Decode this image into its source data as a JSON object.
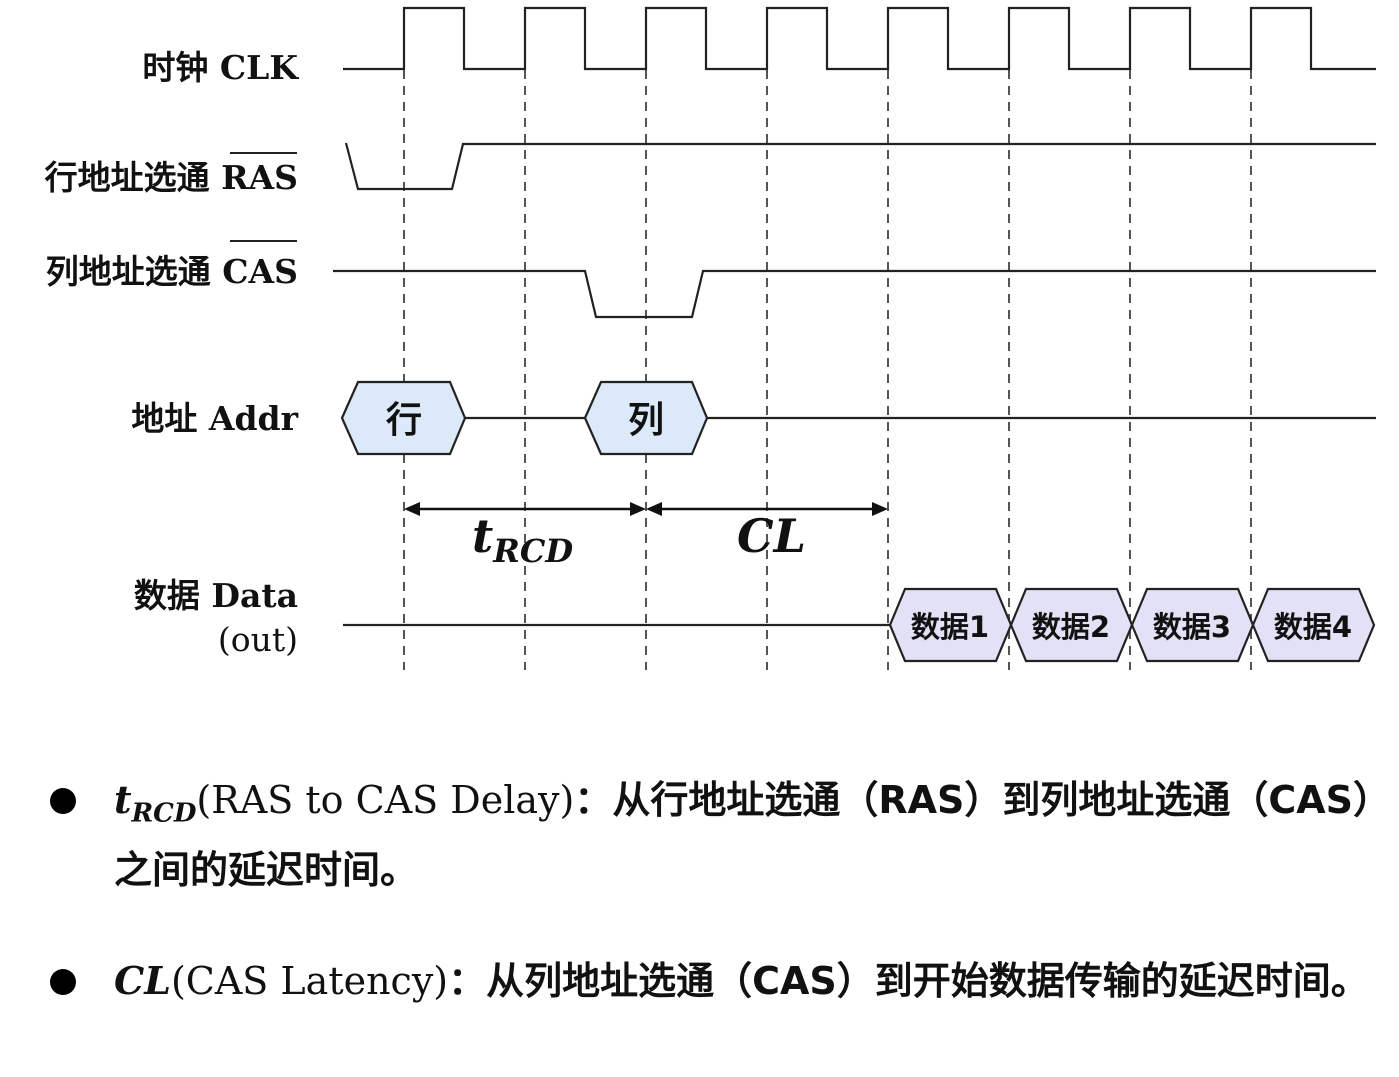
{
  "signals": {
    "clk": "时钟 CLK",
    "ras_prefix": "行地址选通 ",
    "ras_name": "RAS",
    "cas_prefix": "列地址选通 ",
    "cas_name": "CAS",
    "addr": "地址 Addr",
    "data_line1": "数据 Data",
    "data_line2": "(out)"
  },
  "addr_values": {
    "row": "行",
    "col": "列"
  },
  "data_values": [
    "数据1",
    "数据2",
    "数据3",
    "数据4"
  ],
  "timing": {
    "trcd_main": "t",
    "trcd_sub": "RCD",
    "cl": "CL"
  },
  "bullets": [
    {
      "term": "t",
      "term_sub": "RCD",
      "paren": "(RAS to CAS Delay)",
      "desc": "：从行地址选通（RAS）到列地址选通（CAS）之间的延迟时间。"
    },
    {
      "term": "CL",
      "term_sub": "",
      "paren": "(CAS Latency)",
      "desc": "：从列地址选通（CAS）到开始数据传输的延迟时间。"
    }
  ],
  "colors": {
    "addr_fill": "#dbe9f8",
    "data_fill": "#e3e1f6",
    "line": "#222222"
  }
}
